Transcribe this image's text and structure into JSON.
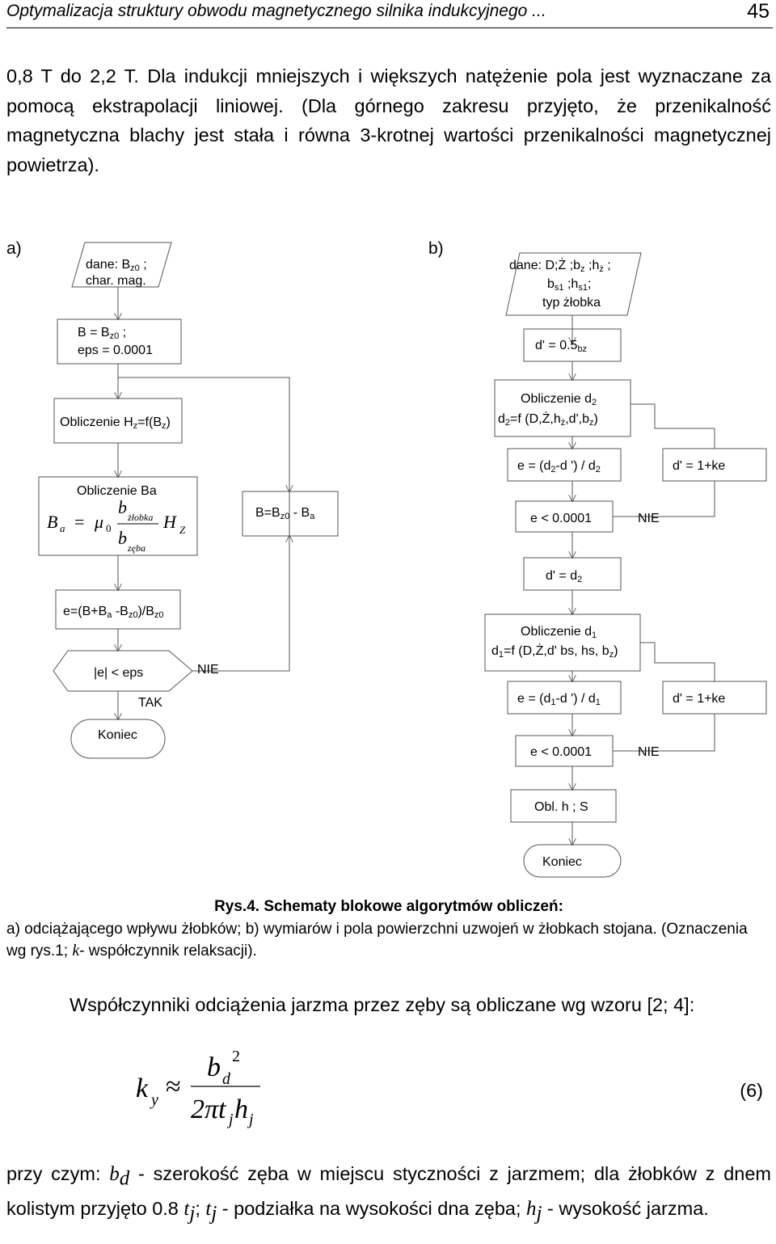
{
  "header": {
    "title": "Optymalizacja struktury obwodu magnetycznego silnika indukcyjnego ...",
    "page_number": "45"
  },
  "paragraph1": "0,8 T do 2,2 T. Dla indukcji mniejszych i większych natężenie pola jest wyznaczane za pomocą ekstrapolacji liniowej. (Dla górnego zakresu przyjęto, że przenikalność magnetyczna blachy jest stała i równa 3-krotnej wartości przenikalności magnetycznej powietrza).",
  "diagram_a": {
    "label": "a)",
    "input_line1": "dane: B",
    "input_line1_sub": "z0",
    "input_line1_end": " ;",
    "input_line2": "char. mag.",
    "init_line1": "B = B",
    "init_line1_sub": "z0",
    "init_line1_end": " ;",
    "init_line2": "eps = 0.0001",
    "calc_hz": "Obliczenie H",
    "calc_hz_sub1": "z",
    "calc_hz_mid": "=f(B",
    "calc_hz_sub2": "z",
    "calc_hz_end": ")",
    "calc_ba_title": "Obliczenie Ba",
    "formula": {
      "lhs": "B",
      "lhs_sub": "a",
      "eq": "=",
      "mu": "μ",
      "mu_sub": "0",
      "num": "b",
      "num_sub": "żłobka",
      "den": "b",
      "den_sub": "zęba",
      "h": "H",
      "h_sub": "Z"
    },
    "update_b": "B=B",
    "update_b_sub1": "z0",
    "update_b_mid": " - B",
    "update_b_sub2": "a",
    "error_calc": "e=(B+B",
    "error_calc_sub1": "a",
    "error_calc_mid": " -B",
    "error_calc_sub2": "z0",
    "error_calc_mid2": ")/B",
    "error_calc_sub3": "z0",
    "decision": "|e| < eps",
    "no": "NIE",
    "yes": "TAK",
    "end": "Koniec"
  },
  "diagram_b": {
    "label": "b)",
    "input_line1": "dane: D;Ż ;b",
    "input_line1_sub1": "z",
    "input_line1_mid": " ;h",
    "input_line1_sub2": "ż",
    "input_line1_end": " ;",
    "input_line2_a": "b",
    "input_line2_sub1": "s1",
    "input_line2_mid": " ;h",
    "input_line2_sub2": "s1",
    "input_line2_end": ";",
    "input_line3": "typ żłobka",
    "init": "d' = 0.5",
    "init_sub": "bz",
    "calc_d2_title": "Obliczenie  d",
    "calc_d2_title_sub": "2",
    "calc_d2_a": "d",
    "calc_d2_sub1": "2",
    "calc_d2_b": "=f (D,Ż,h",
    "calc_d2_sub2": "ż",
    "calc_d2_c": ",d',b",
    "calc_d2_sub3": "z",
    "calc_d2_d": ")",
    "err2_a": "e = (d",
    "err2_sub1": "2",
    "err2_b": "-d ') / d",
    "err2_sub2": "2",
    "relax": "d' = 1+ke",
    "cond": "e < 0.0001",
    "no": "NIE",
    "assign_a": "d' = d",
    "assign_sub": "2",
    "calc_d1_title": "Obliczenie  d",
    "calc_d1_title_sub": "1",
    "calc_d1_a": "d",
    "calc_d1_sub1": "1",
    "calc_d1_b": "=f (D,Ż,d' bs, hs, b",
    "calc_d1_sub2": "z",
    "calc_d1_c": ")",
    "err1_a": "e = (d",
    "err1_sub1": "1",
    "err1_b": "-d ') / d",
    "err1_sub2": "1",
    "obl": "Obl. h ; S",
    "end": "Koniec"
  },
  "caption": {
    "title": "Rys.4. Schematy blokowe algorytmów obliczeń:",
    "body_a": "a) odciążającego wpływu żłobków; b) wymiarów i pola powierzchni uzwojeń w żłobkach stojana. (Oznaczenia wg rys.1; ",
    "body_k": "k",
    "body_b": "- współczynnik relaksacji)."
  },
  "paragraph2": "Współczynniki odciążenia jarzma przez zęby są obliczane wg wzoru [2; 4]:",
  "equation": {
    "k": "k",
    "k_sub": "y",
    "approx": "≈",
    "num_b": "b",
    "num_sub": "d",
    "num_sup": "2",
    "den": "2πt",
    "den_sub1": "j",
    "den_h": "h",
    "den_sub2": "j",
    "number": "(6)"
  },
  "paragraph3": {
    "t1": "przy czym: ",
    "bd": "b",
    "bd_sub": "d",
    "t2": " - szerokość zęba w miejscu styczności z jarzmem; dla żłobków z dnem kolistym przyjęto 0.8 ",
    "tj1": "t",
    "tj1_sub": "j",
    "t3": "; ",
    "tj2": "t",
    "tj2_sub": "j",
    "t4": " - podziałka na wysokości dna zęba; ",
    "hj": "h",
    "hj_sub": "j",
    "t5": " - wysokość jarzma."
  }
}
